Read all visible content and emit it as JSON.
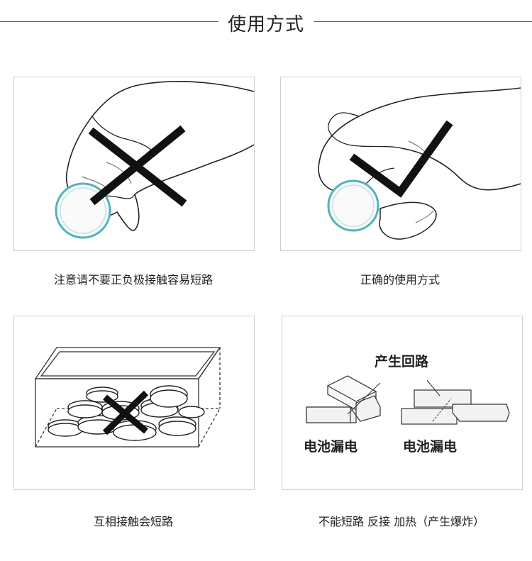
{
  "header": {
    "title": "使用方式"
  },
  "panels": [
    {
      "caption": "注意请不要正负极接触容易短路",
      "mark": "x-mark"
    },
    {
      "caption": "正确的使用方式",
      "mark": "check-mark"
    },
    {
      "caption": "互相接触会短路",
      "mark": "x-mark"
    },
    {
      "caption": "不能短路 反接 加热（产生爆炸）",
      "labels": {
        "loop": "产生回路",
        "leak_left": "电池漏电",
        "leak_right": "电池漏电"
      }
    }
  ],
  "colors": {
    "accent": "#3b6b5c",
    "coin_ring": "#4fb4b7",
    "mark": "#111111"
  }
}
